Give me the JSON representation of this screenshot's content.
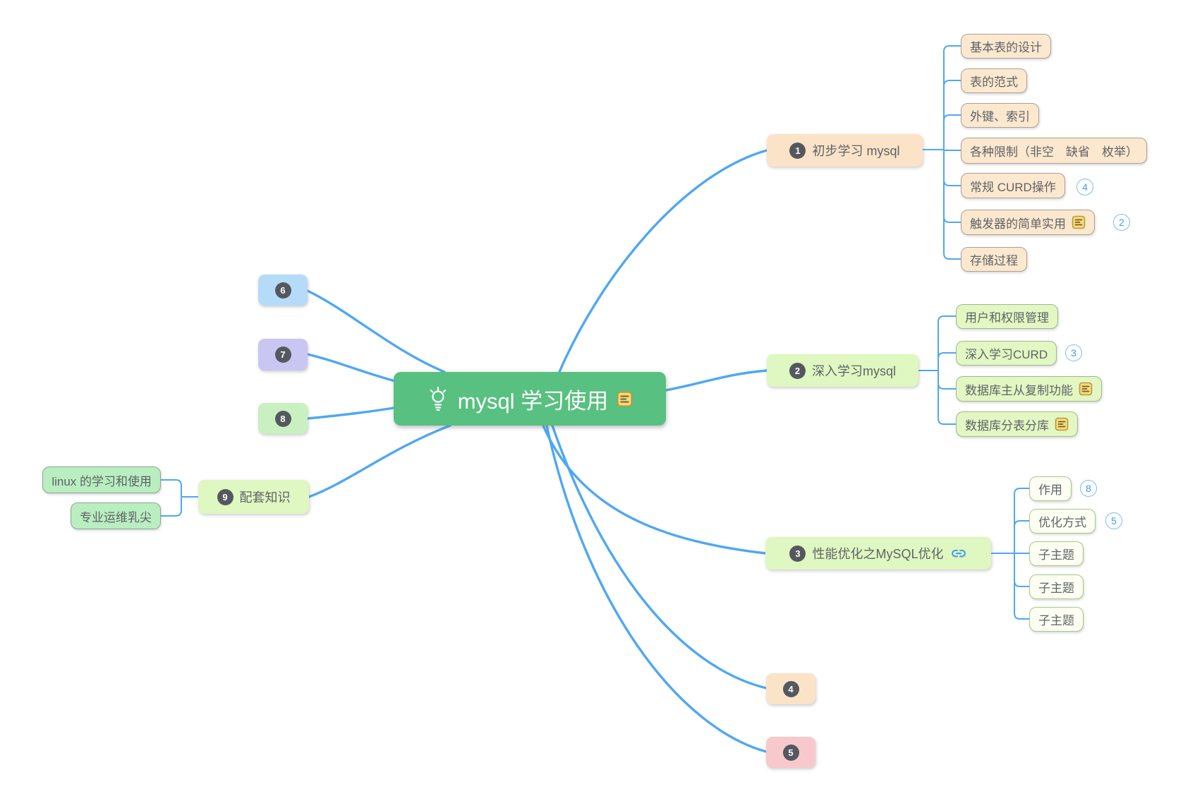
{
  "root": {
    "label": "mysql 学习使用",
    "icons": [
      "lightbulb-icon",
      "note-icon"
    ]
  },
  "branches": [
    {
      "badge": "1",
      "label": "初步学习 mysql",
      "children": [
        {
          "label": "基本表的设计"
        },
        {
          "label": "表的范式"
        },
        {
          "label": "外键、索引"
        },
        {
          "label": "各种限制（非空　缺省　枚举）"
        },
        {
          "label": "常规 CURD操作",
          "collapsed_count": "4"
        },
        {
          "label": "触发器的简单实用",
          "icons": [
            "note-icon"
          ],
          "collapsed_count": "2"
        },
        {
          "label": "存储过程"
        }
      ]
    },
    {
      "badge": "2",
      "label": "深入学习mysql",
      "children": [
        {
          "label": "用户和权限管理"
        },
        {
          "label": "深入学习CURD",
          "collapsed_count": "3"
        },
        {
          "label": "数据库主从复制功能",
          "icons": [
            "note-icon"
          ]
        },
        {
          "label": "数据库分表分库",
          "icons": [
            "note-icon"
          ]
        }
      ]
    },
    {
      "badge": "3",
      "label": "性能优化之MySQL优化",
      "icons": [
        "hyperlink-icon"
      ],
      "children": [
        {
          "label": "作用",
          "collapsed_count": "8"
        },
        {
          "label": "优化方式",
          "collapsed_count": "5"
        },
        {
          "label": "子主题"
        },
        {
          "label": "子主题"
        },
        {
          "label": "子主题"
        }
      ]
    },
    {
      "badge": "4",
      "label": ""
    },
    {
      "badge": "5",
      "label": ""
    },
    {
      "badge": "6",
      "label": ""
    },
    {
      "badge": "7",
      "label": ""
    },
    {
      "badge": "8",
      "label": ""
    },
    {
      "badge": "9",
      "label": "配套知识",
      "children": [
        {
          "label": "linux 的学习和使用"
        },
        {
          "label": "专业运维乳尖"
        }
      ]
    }
  ],
  "colors": {
    "edge_blue": "#4FA7F4",
    "central_green": "#58C080",
    "branch_peach": "#FBE3C8",
    "branch_green": "#DFF7C0",
    "node_blue": "#B5DBF8",
    "node_purple": "#C9C6F2",
    "node_light_green": "#C9F0C1",
    "node_pink": "#F8C9CC",
    "mint_child": "#B9EEC0",
    "marker_dark": "#55585E",
    "expand_badge_blue": "#3E9BF0",
    "note_icon_yellow": "#F6DA7E",
    "text_gray": "#5F6368"
  }
}
